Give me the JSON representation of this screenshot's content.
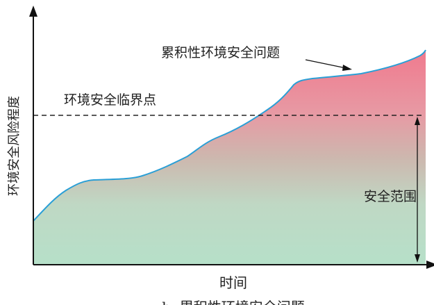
{
  "figure": {
    "y_axis_label": "环境安全风险程度",
    "x_axis_label": "时间",
    "threshold_label": "环境安全临界点",
    "cumulative_label": "累积性环境安全问题",
    "safe_range_label": "安全范围",
    "caption": "b. 累积性环境安全问题"
  },
  "colors": {
    "curve": "#2a9fd6",
    "safe_fill": "#bce0cc",
    "danger_fill": "#ef8a99",
    "threshold_line": "#222222",
    "axis": "#111111"
  }
}
